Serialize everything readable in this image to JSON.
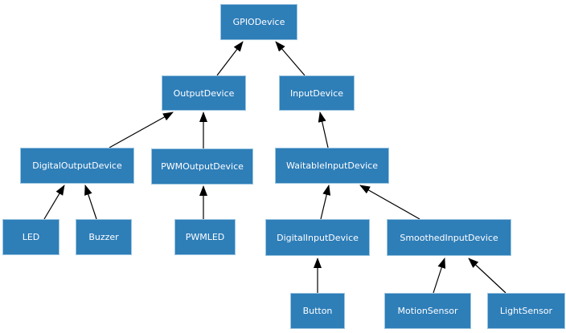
{
  "diagram": {
    "kind": "class-inheritance-diagram",
    "root": "GPIODevice",
    "colors": {
      "node_fill": "#2e7eb8",
      "node_border": "#9dc6e0",
      "node_text": "#ffffff",
      "edge": "#000000",
      "background": "#ffffff"
    },
    "nodes": [
      {
        "id": "GPIODevice",
        "label": "GPIODevice"
      },
      {
        "id": "OutputDevice",
        "label": "OutputDevice"
      },
      {
        "id": "InputDevice",
        "label": "InputDevice"
      },
      {
        "id": "DigitalOutputDevice",
        "label": "DigitalOutputDevice"
      },
      {
        "id": "PWMOutputDevice",
        "label": "PWMOutputDevice"
      },
      {
        "id": "WaitableInputDevice",
        "label": "WaitableInputDevice"
      },
      {
        "id": "LED",
        "label": "LED"
      },
      {
        "id": "Buzzer",
        "label": "Buzzer"
      },
      {
        "id": "PWMLED",
        "label": "PWMLED"
      },
      {
        "id": "DigitalInputDevice",
        "label": "DigitalInputDevice"
      },
      {
        "id": "SmoothedInputDevice",
        "label": "SmoothedInputDevice"
      },
      {
        "id": "Button",
        "label": "Button"
      },
      {
        "id": "MotionSensor",
        "label": "MotionSensor"
      },
      {
        "id": "LightSensor",
        "label": "LightSensor"
      }
    ],
    "edges": [
      {
        "child": "OutputDevice",
        "parent": "GPIODevice"
      },
      {
        "child": "InputDevice",
        "parent": "GPIODevice"
      },
      {
        "child": "DigitalOutputDevice",
        "parent": "OutputDevice"
      },
      {
        "child": "PWMOutputDevice",
        "parent": "OutputDevice"
      },
      {
        "child": "WaitableInputDevice",
        "parent": "InputDevice"
      },
      {
        "child": "LED",
        "parent": "DigitalOutputDevice"
      },
      {
        "child": "Buzzer",
        "parent": "DigitalOutputDevice"
      },
      {
        "child": "PWMLED",
        "parent": "PWMOutputDevice"
      },
      {
        "child": "DigitalInputDevice",
        "parent": "WaitableInputDevice"
      },
      {
        "child": "SmoothedInputDevice",
        "parent": "WaitableInputDevice"
      },
      {
        "child": "Button",
        "parent": "DigitalInputDevice"
      },
      {
        "child": "MotionSensor",
        "parent": "SmoothedInputDevice"
      },
      {
        "child": "LightSensor",
        "parent": "SmoothedInputDevice"
      }
    ]
  }
}
